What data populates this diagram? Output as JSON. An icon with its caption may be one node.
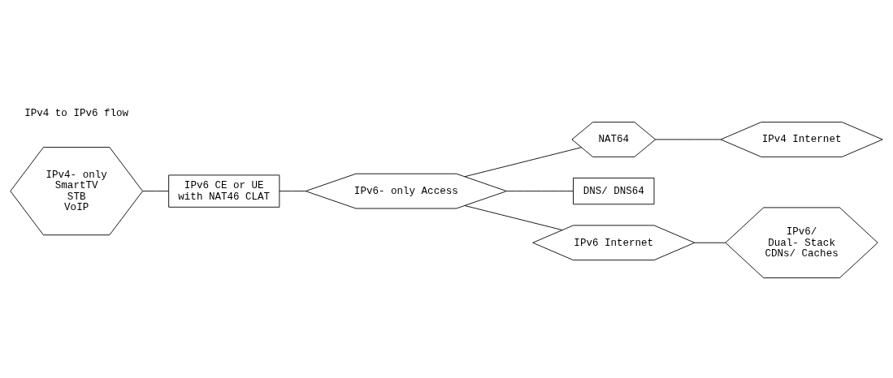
{
  "diagram": {
    "nodes": [
      {
        "text": [
          "IPv4- only",
          "SmartTV",
          "STB",
          "VoIP"
        ]
      },
      {
        "text": [
          "IPv6 CE or UE",
          "with NAT46 CLAT"
        ]
      },
      {
        "text": [
          "IPv6- only Access"
        ]
      },
      {
        "text": [
          "NAT64"
        ]
      },
      {
        "text": [
          "IPv4 Internet"
        ]
      },
      {
        "text": [
          "DNS/ DNS64"
        ]
      },
      {
        "text": [
          "IPv6 Internet"
        ]
      },
      {
        "text": [
          "IPv6/",
          "Dual- Stack",
          "CDNs/ Caches"
        ]
      }
    ],
    "edges": [
      {
        "from": 0,
        "to": 1,
        "arrow": "none"
      },
      {
        "from": 1,
        "to": 2,
        "arrow": "none"
      },
      {
        "from": 2,
        "to": 3,
        "arrow": "none"
      },
      {
        "from": 3,
        "to": 4,
        "arrow": "none"
      },
      {
        "from": 2,
        "to": 5,
        "arrow": "none"
      },
      {
        "from": 2,
        "to": 6,
        "arrow": "none"
      },
      {
        "from": 6,
        "to": 7,
        "arrow": "none"
      }
    ],
    "labels": [
      "IPv4 to IPv6 flow"
    ]
  }
}
